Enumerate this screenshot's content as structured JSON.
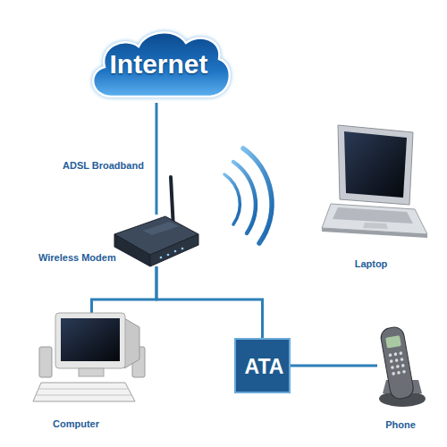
{
  "diagram": {
    "nodes": [
      {
        "text": [
          "Internet"
        ]
      },
      {
        "text": [
          "Wireless Modem"
        ]
      },
      {
        "text": [
          "Laptop"
        ]
      },
      {
        "text": [
          "Computer"
        ]
      },
      {
        "text": [
          "ATA"
        ]
      },
      {
        "text": [
          "Phone"
        ]
      }
    ],
    "edges": [
      {
        "from": 0,
        "to": 1,
        "label": "ADSL Broadband",
        "arrow": "none"
      },
      {
        "from": 1,
        "to": 3,
        "arrow": "none"
      },
      {
        "from": 1,
        "to": 4,
        "arrow": "none"
      },
      {
        "from": 4,
        "to": 5,
        "arrow": "none"
      }
    ]
  }
}
